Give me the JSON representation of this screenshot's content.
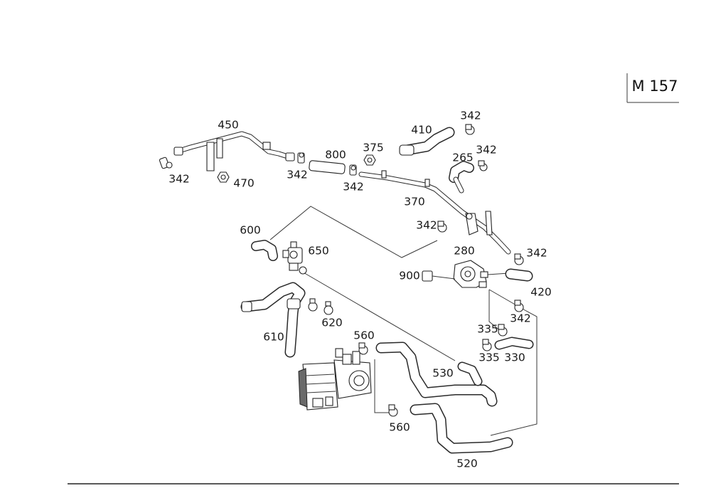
{
  "diagram_code": "M 157",
  "part_labels": {
    "p450": "450",
    "p342_a": "342",
    "p470": "470",
    "p342_b": "342",
    "p800": "800",
    "p375": "375",
    "p342_c": "342",
    "p410": "410",
    "p342_d": "342",
    "p265": "265",
    "p342_e": "342",
    "p370": "370",
    "p342_f": "342",
    "p600": "600",
    "p650": "650",
    "p280": "280",
    "p342_g": "342",
    "p900": "900",
    "p420": "420",
    "p342_h": "342",
    "p620": "620",
    "p610": "610",
    "p335_a": "335",
    "p335_b": "335",
    "p330": "330",
    "p560_a": "560",
    "p530": "530",
    "p560_b": "560",
    "p520": "520"
  }
}
